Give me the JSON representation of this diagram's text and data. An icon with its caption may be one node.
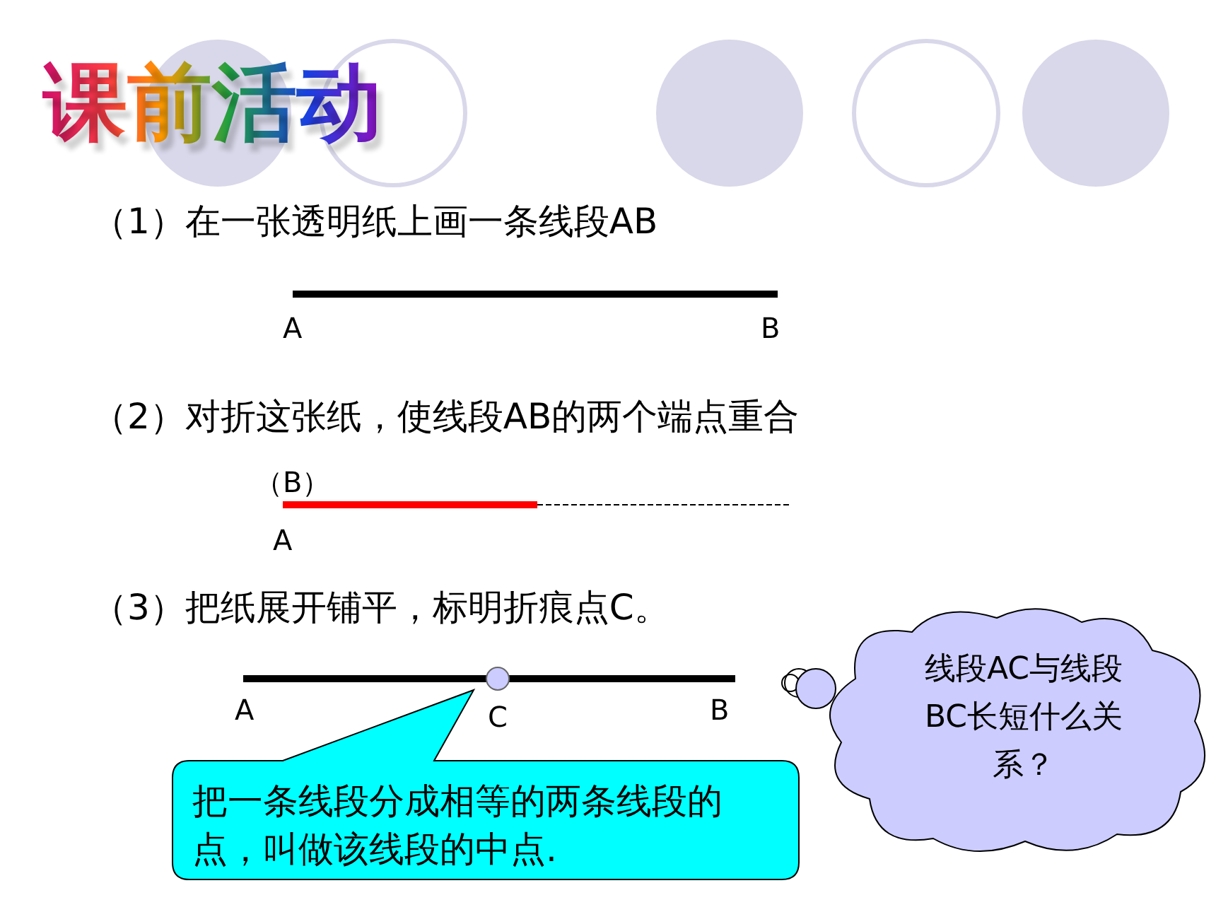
{
  "diagram": {
    "title": "课前活动",
    "nodes": [
      {
        "text": [
          "把一条线段分成相等的两条线段的点，叫做该线段的中点."
        ]
      },
      {
        "text": [
          "线段AC与线段BC长短什么关系？"
        ]
      }
    ],
    "labels": [
      "（1）在一张透明纸上画一条线段AB",
      "A",
      "B",
      "（2）对折这张纸，使线段AB的两个端点重合",
      "（B）",
      "A",
      "（3）把纸展开铺平，标明折痕点C。",
      "A",
      "C",
      "B"
    ]
  }
}
